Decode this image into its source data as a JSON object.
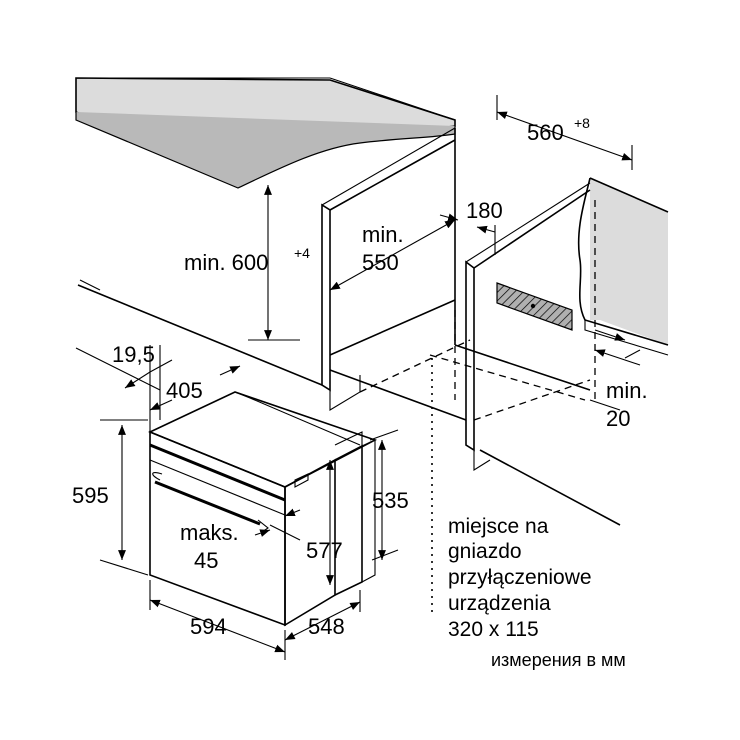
{
  "dimensions": {
    "width_560": "560",
    "width_560_tol": "+8",
    "depth_180": "180",
    "min_label": "min.",
    "min_550_value": "550",
    "min_600_label": "min. 600",
    "min_600_tol": "+4",
    "offset_19_5": "19,5",
    "offset_405": "405",
    "height_595": "595",
    "height_535": "535",
    "height_577": "577",
    "maks_label": "maks.",
    "maks_value": "45",
    "min_20_label": "min.",
    "min_20_value": "20",
    "width_594": "594",
    "depth_548": "548"
  },
  "notes": {
    "socket_line1": "miejsce na",
    "socket_line2": "gniazdo",
    "socket_line3": "przyłączeniowe",
    "socket_line4": "urządzenia",
    "socket_line5": "320 x 115",
    "units": "измерения в мм"
  }
}
